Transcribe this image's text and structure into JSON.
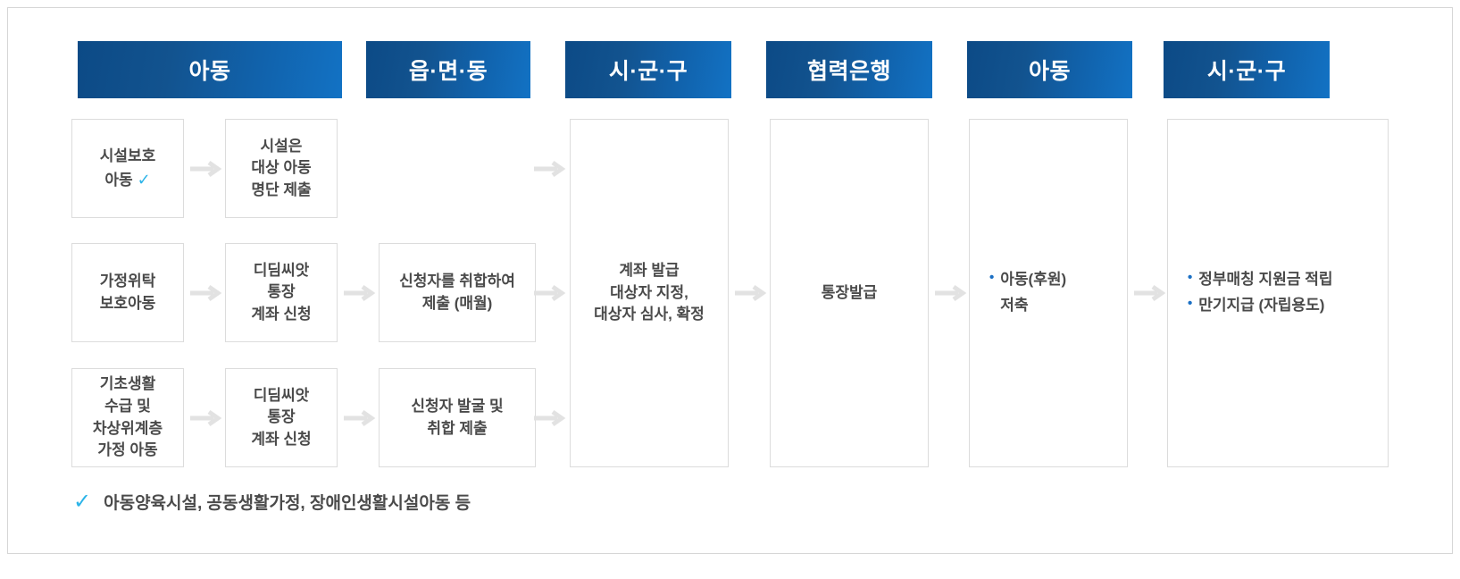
{
  "diagram": {
    "title_alt": "디딤씨앗통장 지원 절차 흐름도",
    "colors": {
      "header_gradient_start": "#0c4a86",
      "header_gradient_end": "#1272c4",
      "box_border": "#dcdcdc",
      "text": "#4a4a4a",
      "check_cyan": "#2cb4e8",
      "bullet_blue": "#1a6fc4",
      "frame_border": "#d6d6d6",
      "arrow_gray": "#e2e2e2"
    },
    "headers": [
      {
        "id": "header-child-1",
        "label": "아동"
      },
      {
        "id": "header-eup-myeon-dong",
        "label": "읍·면·동"
      },
      {
        "id": "header-si-gun-gu-1",
        "label": "시·군·구"
      },
      {
        "id": "header-partner-bank",
        "label": "협력은행"
      },
      {
        "id": "header-child-2",
        "label": "아동"
      },
      {
        "id": "header-si-gun-gu-2",
        "label": "시·군·구"
      }
    ],
    "boxes": {
      "r1c1": {
        "lines": [
          "시설보호",
          "아동"
        ],
        "check": "✓"
      },
      "r1c2": {
        "lines": [
          "시설은",
          "대상 아동",
          "명단 제출"
        ]
      },
      "r2c1": {
        "lines": [
          "가정위탁",
          "보호아동"
        ]
      },
      "r2c2": {
        "lines": [
          "디딤씨앗",
          "통장",
          "계좌 신청"
        ]
      },
      "r2c3": {
        "lines": [
          "신청자를 취합하여",
          "제출 (매월)"
        ]
      },
      "r3c1": {
        "lines": [
          "기초생활",
          "수급 및",
          "차상위계층",
          "가정 아동"
        ]
      },
      "r3c2": {
        "lines": [
          "디딤씨앗",
          "통장",
          "계좌 신청"
        ]
      },
      "r3c3": {
        "lines": [
          "신청자 발굴 및",
          "취합 제출"
        ]
      },
      "sigungu1": {
        "lines": [
          "계좌 발급",
          "대상자 지정,",
          "대상자 심사, 확정"
        ]
      },
      "bank": {
        "lines": [
          "통장발급"
        ]
      },
      "child_savings": {
        "bullets": [
          {
            "bullet": "•",
            "text": "아동(후원)",
            "sub": "저축"
          }
        ]
      },
      "sigungu2": {
        "bullets": [
          {
            "bullet": "•",
            "text": "정부매칭 지원금 적립"
          },
          {
            "bullet": "•",
            "text": "만기지급 (자립용도)"
          }
        ]
      }
    },
    "footnote": {
      "check": "✓",
      "text": "아동양육시설, 공동생활가정, 장애인생활시설아동 등"
    },
    "arrow_glyph": "→"
  }
}
